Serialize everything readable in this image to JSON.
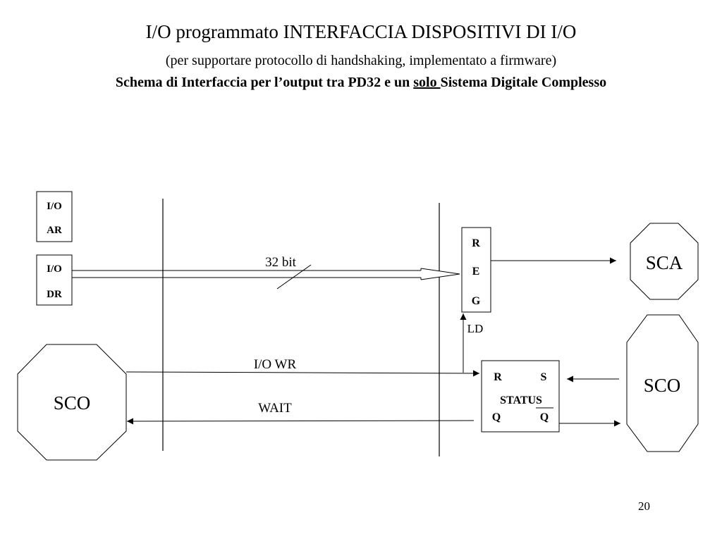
{
  "slide": {
    "title": "I/O programmato INTERFACCIA DISPOSITIVI DI I/O",
    "subtitle": "(per supportare protocollo di handshaking, implementato a firmware)",
    "subtitle2": {
      "part1": "Schema di Interfaccia per l’output tra PD32 e un ",
      "underlined": "solo ",
      "part2": "Sistema Digitale Complesso"
    },
    "page_number": "20"
  },
  "diagram": {
    "ioar": {
      "line1": "I/O",
      "line2": "AR"
    },
    "iodr": {
      "line1": "I/O",
      "line2": "DR"
    },
    "bus_width_label": "32 bit",
    "reg": {
      "letter1": "R",
      "letter2": "E",
      "letter3": "G"
    },
    "ld_label": "LD",
    "sca_label": "SCA",
    "sco_left_label": "SCO",
    "sco_right_label": "SCO",
    "io_wr_label": "I/O WR",
    "wait_label": "WAIT",
    "status": {
      "r": "R",
      "s": "S",
      "name": "STATUS",
      "q": "Q",
      "q_bar": "Q"
    }
  }
}
